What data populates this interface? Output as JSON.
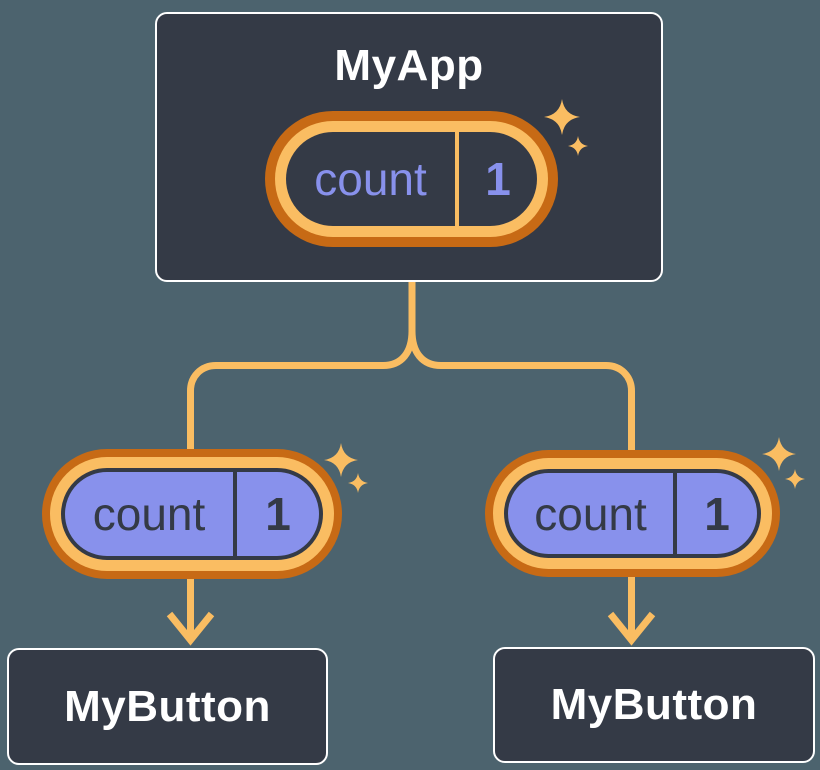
{
  "diagram": {
    "type": "component-tree",
    "description": "Parent component holding state shared with two children via props"
  },
  "colors": {
    "background": "#4C636E",
    "node_fill": "#343A46",
    "node_border": "#FFFFFF",
    "node_text": "#FFFFFF",
    "orange_dark": "#C76A15",
    "orange_light": "#FABD62",
    "purple": "#8891EC",
    "ink": "#343A46"
  },
  "icons": {
    "sparkle": "four-point-star"
  },
  "tree": {
    "root": {
      "title": "MyApp",
      "pill": {
        "label": "count",
        "value": "1"
      }
    },
    "children": [
      {
        "pill": {
          "label": "count",
          "value": "1"
        },
        "title": "MyButton"
      },
      {
        "pill": {
          "label": "count",
          "value": "1"
        },
        "title": "MyButton"
      }
    ]
  }
}
